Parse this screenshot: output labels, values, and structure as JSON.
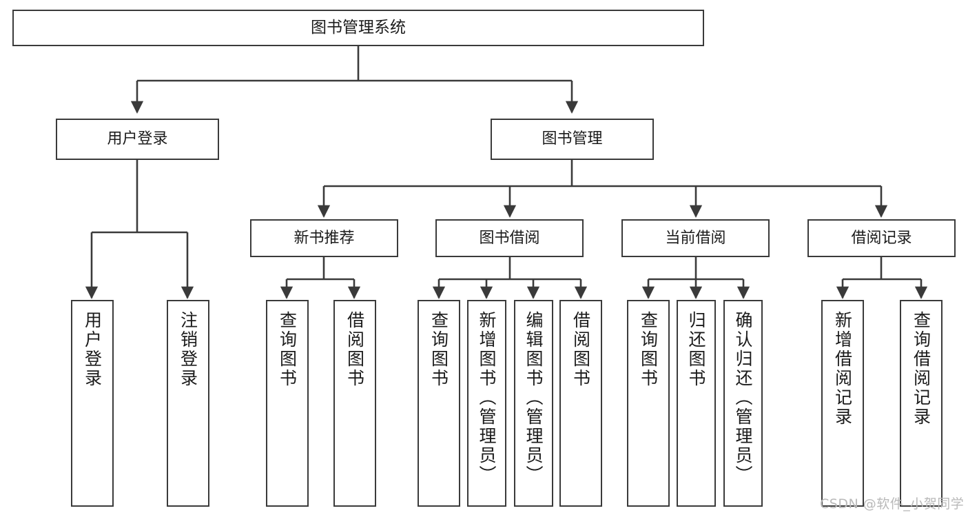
{
  "diagram": {
    "title": "图书管理系统",
    "type": "tree-hierarchy",
    "colors": {
      "border": "#3a3a3a",
      "background": "#ffffff",
      "text": "#1b1b1b",
      "edge": "#3a3a3a",
      "watermark": "#b9b9b9"
    },
    "root": {
      "label": "图书管理系统"
    },
    "level2": [
      {
        "label": "用户登录"
      },
      {
        "label": "图书管理"
      }
    ],
    "level3": [
      {
        "label": "新书推荐"
      },
      {
        "label": "图书借阅"
      },
      {
        "label": "当前借阅"
      },
      {
        "label": "借阅记录"
      }
    ],
    "leaves": {
      "user_login": [
        {
          "label": "用户登录"
        },
        {
          "label": "注销登录"
        }
      ],
      "new_book_recommend": [
        {
          "label": "查询图书"
        },
        {
          "label": "借阅图书"
        }
      ],
      "book_borrow": [
        {
          "label": "查询图书"
        },
        {
          "label": "新增图书（管理员）"
        },
        {
          "label": "编辑图书（管理员）"
        },
        {
          "label": "借阅图书"
        }
      ],
      "current_borrow": [
        {
          "label": "查询图书"
        },
        {
          "label": "归还图书"
        },
        {
          "label": "确认归还（管理员）"
        }
      ],
      "borrow_record": [
        {
          "label": "新增借阅记录"
        },
        {
          "label": "查询借阅记录"
        }
      ]
    }
  },
  "watermark": {
    "text": "CSDN @软件_小贺同学"
  }
}
